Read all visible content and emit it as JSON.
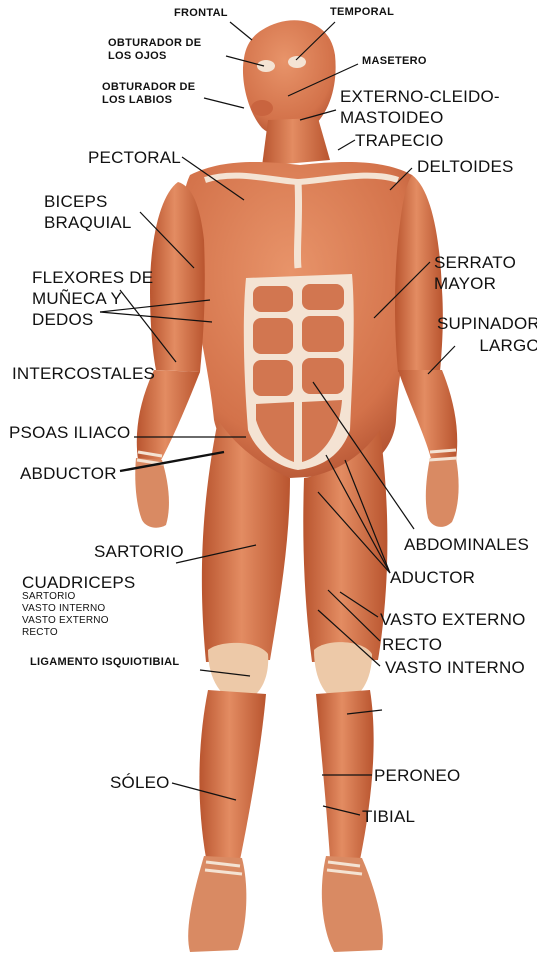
{
  "labels": {
    "frontal": "FRONTAL",
    "temporal": "TEMPORAL",
    "obturador_ojos": "OBTURADOR DE\nLOS OJOS",
    "masetero": "MASETERO",
    "obturador_labios": "OBTURADOR DE\nLOS LABIOS",
    "externo_cleido": "EXTERNO-CLEIDO-\nMASTOIDEO",
    "trapecio": "TRAPECIO",
    "pectoral": "PECTORAL",
    "deltoides": "DELTOIDES",
    "biceps": "BICEPS\nBRAQUIAL",
    "serrato": "SERRATO\nMAYOR",
    "flexores": "FLEXORES DE\nMUÑECA Y\nDEDOS",
    "supinador": "SUPINADOR\nLARGO",
    "intercostales": "INTERCOSTALES",
    "psoas": "PSOAS ILIACO",
    "abductor": "ABDUCTOR",
    "abdominales": "ABDOMINALES",
    "sartorio": "SARTORIO",
    "cuadriceps": "CUADRICEPS",
    "cuadriceps_parts": "SARTORIO\nVASTO INTERNO\nVASTO EXTERNO\nRECTO",
    "aductor": "ADUCTOR",
    "vasto_externo": "VASTO EXTERNO",
    "recto": "RECTO",
    "ligamento": "LIGAMENTO ISQUIOTIBIAL",
    "vasto_interno": "VASTO INTERNO",
    "peroneo": "PERONEO",
    "soleo": "SÓLEO",
    "tibial": "TIBIAL"
  },
  "colors": {
    "muscle": "#d97a52",
    "muscle_dark": "#b5532f",
    "tendon": "#f4e3d3",
    "leader": "#111111"
  }
}
